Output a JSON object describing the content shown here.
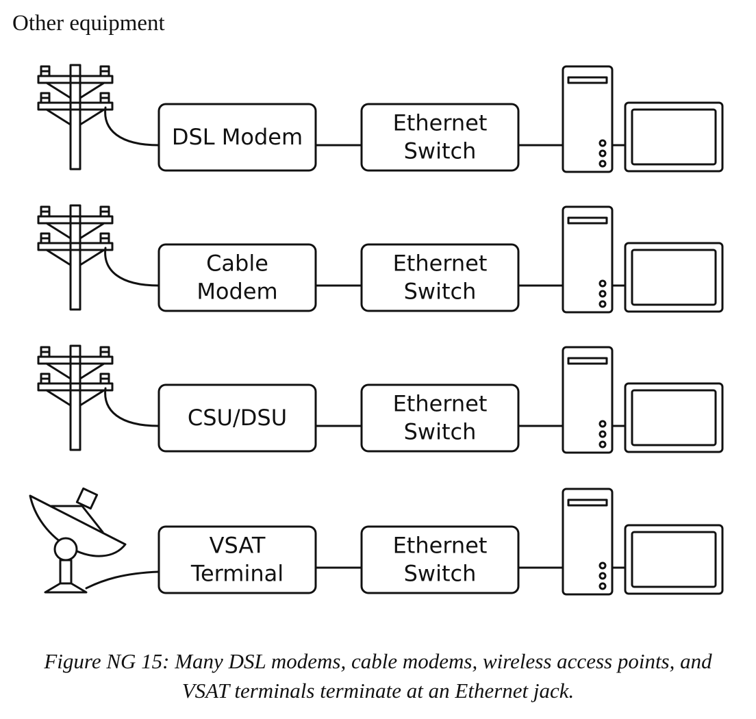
{
  "heading": "Other equipment",
  "rows": [
    {
      "source_icon": "utility-pole-icon",
      "device_lines": [
        "DSL Modem"
      ],
      "switch_lines": [
        "Ethernet",
        "Switch"
      ],
      "computer_icon": "computer-icon"
    },
    {
      "source_icon": "utility-pole-icon",
      "device_lines": [
        "Cable",
        "Modem"
      ],
      "switch_lines": [
        "Ethernet",
        "Switch"
      ],
      "computer_icon": "computer-icon"
    },
    {
      "source_icon": "utility-pole-icon",
      "device_lines": [
        "CSU/DSU"
      ],
      "switch_lines": [
        "Ethernet",
        "Switch"
      ],
      "computer_icon": "computer-icon"
    },
    {
      "source_icon": "satellite-dish-icon",
      "device_lines": [
        "VSAT",
        "Terminal"
      ],
      "switch_lines": [
        "Ethernet",
        "Switch"
      ],
      "computer_icon": "computer-icon"
    }
  ],
  "caption": {
    "line1": "Figure NG 15: Many DSL modems, cable modems, wireless access points, and",
    "line2": "VSAT terminals terminate at an Ethernet jack."
  }
}
